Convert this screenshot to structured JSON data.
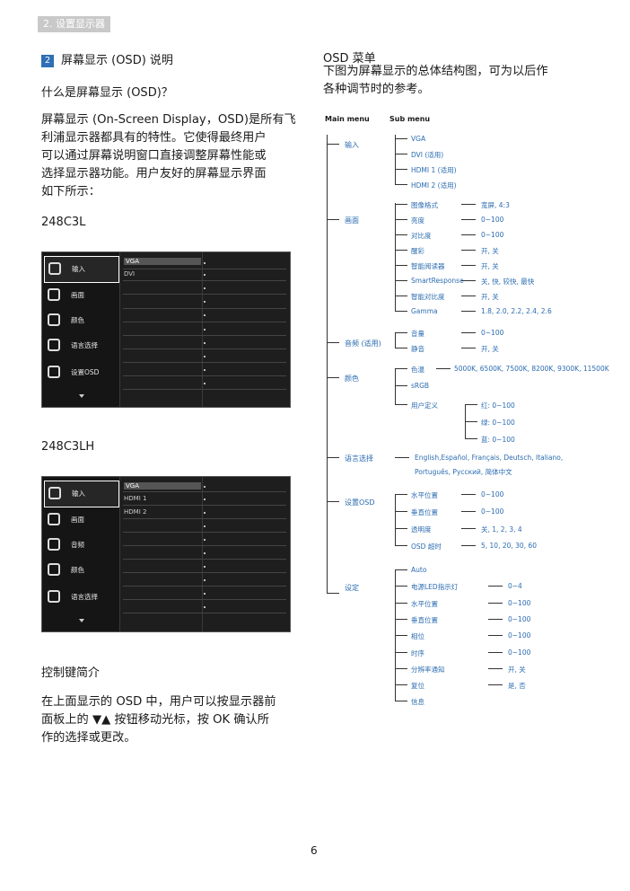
{
  "header_tag": "2. 设置显示器",
  "left": {
    "section_number": "2",
    "section_title": "屏幕显示 (OSD) 说明",
    "what_is_title": "什么是屏幕显示 (OSD)？",
    "intro_lines": [
      "屏幕显示 (On-Screen Display，OSD)是所有飞",
      "利浦显示器都具有的特性。它使得最终用户",
      "可以通过屏幕说明窗口直接调整屏幕性能或",
      "选择显示器功能。用户友好的屏幕显示界面",
      "如下所示："
    ],
    "model1": "248C3L",
    "model2": "248C3LH",
    "keys_title": "控制键简介",
    "keys_lines": [
      "在上面显示的 OSD 中，用户可以按显示器前",
      "面板上的 ▼▲ 按钮移动光标，按 OK 确认所",
      "作的选择或更改。"
    ]
  },
  "osd1": {
    "menu": [
      {
        "label": "输入",
        "icon": "input-icon"
      },
      {
        "label": "画面",
        "icon": "picture-icon"
      },
      {
        "label": "颜色",
        "icon": "color-icon"
      },
      {
        "label": "语言选择",
        "icon": "language-icon"
      },
      {
        "label": "设置OSD",
        "icon": "osd-settings-icon"
      }
    ],
    "options": [
      "VGA",
      "DVI"
    ]
  },
  "osd2": {
    "menu": [
      {
        "label": "输入",
        "icon": "input-icon"
      },
      {
        "label": "画面",
        "icon": "picture-icon"
      },
      {
        "label": "音频",
        "icon": "audio-icon"
      },
      {
        "label": "颜色",
        "icon": "color-icon"
      },
      {
        "label": "语言选择",
        "icon": "language-icon"
      }
    ],
    "options": [
      "VGA",
      "HDMI 1",
      "HDMI 2"
    ]
  },
  "right": {
    "title": "OSD 菜单",
    "desc_lines": [
      "下图为屏幕显示的总体结构图，可为以后作",
      "各种调节时的参考。"
    ],
    "main_menu_label": "Main menu",
    "sub_menu_label": "Sub menu"
  },
  "tree": {
    "input": {
      "label": "输入",
      "subs": [
        "VGA",
        "DVI (适用)",
        "HDMI 1 (适用)",
        "HDMI 2 (适用)"
      ]
    },
    "picture": {
      "label": "画面",
      "subs": [
        {
          "name": "图像格式",
          "value": "宽屏, 4:3"
        },
        {
          "name": "亮度",
          "value": "0~100"
        },
        {
          "name": "对比度",
          "value": "0~100"
        },
        {
          "name": "醒彩",
          "value": "开, 关"
        },
        {
          "name": "智能阅读器",
          "value": "开, 关"
        },
        {
          "name": "SmartResponse",
          "value": "关, 快, 较快, 最快"
        },
        {
          "name": "智能对比度",
          "value": "开, 关"
        },
        {
          "name": "Gamma",
          "value": "1.8, 2.0, 2.2, 2.4, 2.6"
        }
      ]
    },
    "audio": {
      "label": "音频 (适用)",
      "subs": [
        {
          "name": "音量",
          "value": "0~100"
        },
        {
          "name": "静音",
          "value": "开, 关"
        }
      ]
    },
    "color": {
      "label": "颜色",
      "subs": [
        {
          "name": "色温",
          "value": "5000K, 6500K, 7500K, 8200K, 9300K, 11500K"
        },
        {
          "name": "sRGB",
          "value": ""
        },
        {
          "name": "用户定义",
          "value": ""
        }
      ],
      "user": [
        "红: 0~100",
        "绿: 0~100",
        "蓝: 0~100"
      ]
    },
    "language": {
      "label": "语言选择",
      "line1": "English,Español, Français, Deutsch, Italiano,",
      "line2": "Português, Русский, 简体中文"
    },
    "osd": {
      "label": "设置OSD",
      "subs": [
        {
          "name": "水平位置",
          "value": "0~100"
        },
        {
          "name": "垂直位置",
          "value": "0~100"
        },
        {
          "name": "透明度",
          "value": "关, 1, 2, 3, 4"
        },
        {
          "name": "OSD 超时",
          "value": "5, 10, 20, 30, 60"
        }
      ]
    },
    "setup": {
      "label": "设定",
      "subs": [
        {
          "name": "Auto",
          "value": ""
        },
        {
          "name": "电源LED指示灯",
          "value": "0~4"
        },
        {
          "name": "水平位置",
          "value": "0~100"
        },
        {
          "name": "垂直位置",
          "value": "0~100"
        },
        {
          "name": "相位",
          "value": "0~100"
        },
        {
          "name": "时序",
          "value": "0~100"
        },
        {
          "name": "分辨率通知",
          "value": "开, 关"
        },
        {
          "name": "复位",
          "value": "是, 否"
        },
        {
          "name": "信息",
          "value": ""
        }
      ]
    }
  },
  "page_number": "6"
}
